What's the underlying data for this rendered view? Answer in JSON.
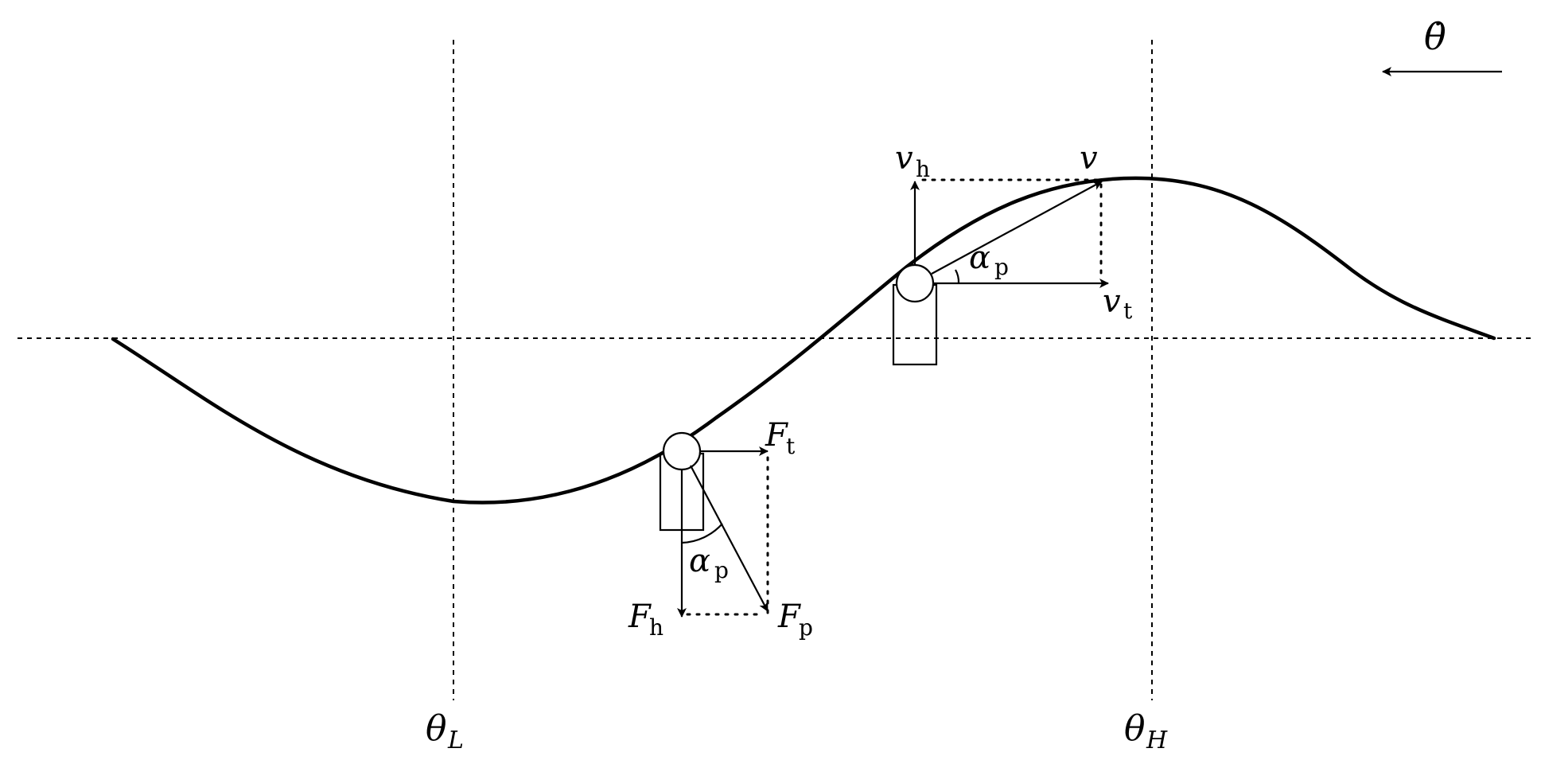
{
  "labels": {
    "theta_dot": "θ̇",
    "theta_L": {
      "main": "θ",
      "sub": "L"
    },
    "theta_H": {
      "main": "θ",
      "sub": "H"
    },
    "v": "v",
    "v_h": {
      "main": "v",
      "sub": "h"
    },
    "v_t": {
      "main": "v",
      "sub": "t"
    },
    "alpha_p_top": {
      "main": "α",
      "sub": "p"
    },
    "alpha_p_bottom": {
      "main": "α",
      "sub": "p"
    },
    "F_t": {
      "main": "F",
      "sub": "t"
    },
    "F_h": {
      "main": "F",
      "sub": "h"
    },
    "F_p": {
      "main": "F",
      "sub": "p"
    }
  }
}
